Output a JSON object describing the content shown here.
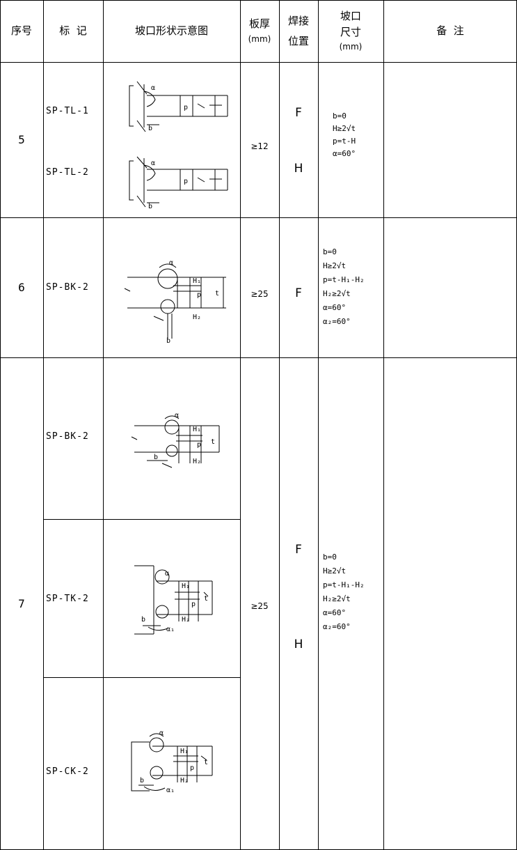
{
  "header": {
    "seq": "序号",
    "mark": "标  记",
    "diagram": "坡口形状示意图",
    "thickness_line1": "板厚",
    "thickness_line2": "(mm)",
    "position_line1": "焊接",
    "position_line2": "位置",
    "size_line1": "坡口",
    "size_line2": "尺寸",
    "size_line3": "(mm)",
    "remark": "备  注"
  },
  "rows": [
    {
      "seq": "5",
      "marks": [
        "SP-TL-1",
        "SP-TL-2"
      ],
      "thickness": "≥12",
      "positions": [
        "F",
        "H"
      ],
      "dims": [
        "b=0",
        "H≥2√t",
        "p=t-H",
        "α=60°"
      ]
    },
    {
      "seq": "6",
      "marks": [
        "SP-BK-2"
      ],
      "thickness": "≥25",
      "positions": [
        "F"
      ],
      "dims": [
        "b=0",
        "H≥2√t",
        "p=t-H₁-H₂",
        "H₂≥2√t",
        "α=60°",
        "α₂=60°"
      ]
    },
    {
      "seq": "7",
      "marks": [
        "SP-BK-2",
        "SP-TK-2",
        "SP-CK-2"
      ],
      "thickness": "≥25",
      "positions": [
        "F",
        "H"
      ],
      "dims": [
        "b=0",
        "H≥2√t",
        "p=t-H₁-H₂",
        "H₂≥2√t",
        "α=60°",
        "α₂=60°"
      ]
    }
  ],
  "diagram_labels": {
    "b": "b",
    "p": "p",
    "t": "t",
    "H1": "H₁",
    "H2": "H₂",
    "alpha": "α",
    "alpha1": "α₁"
  }
}
